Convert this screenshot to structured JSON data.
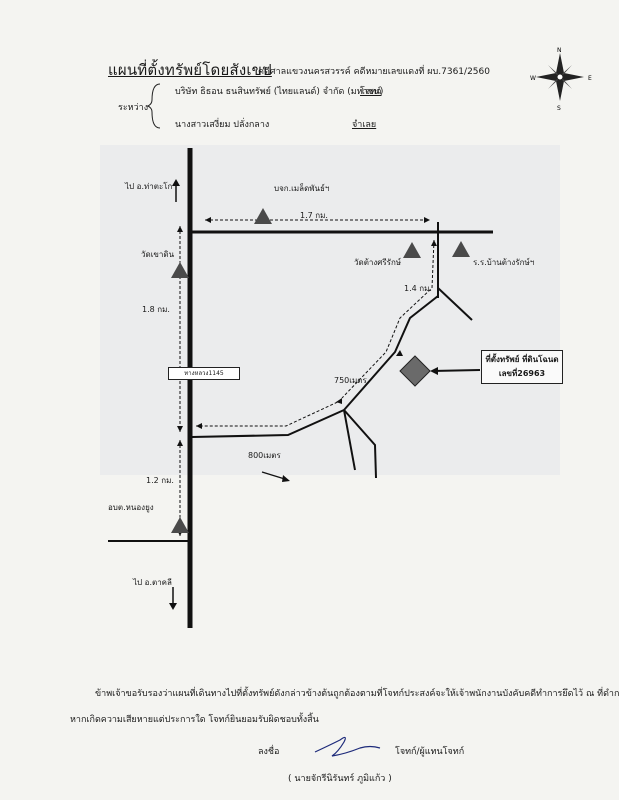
{
  "header": {
    "title": "แผนที่ตั้งทรัพย์โดยสังเขป",
    "court_case": "คดีศาลแขวงนครสวรรค์ คดีหมายเลขแดงที่ ผบ.7361/2560",
    "between_label": "ระหว่าง",
    "plaintiff": "บริษัท ธิธอน ธนสินทรัพย์ (ไทยแลนด์) จำกัด (มหาชน)",
    "plaintiff_role": "โจทก์",
    "defendant": "นางสาวเสงี่ยม ปลั่งกลาง",
    "defendant_role": "จำเลย"
  },
  "compass": {
    "n": "N",
    "s": "S",
    "e": "E",
    "w": "W"
  },
  "map": {
    "to_north": "ไป อ.ท่าตะโก",
    "to_south": "ไป อ.ตาคลี",
    "wat_khao_din": "วัดเขาดิน",
    "company": "บจก.เมล็ดพันธ์ฯ",
    "dist_1_7": "1.7 กม.",
    "wat_tong": "วัดต้างศรีรักษ์",
    "school": "ร.ร.บ้านต้างรักษ์ฯ",
    "dist_1_8": "1.8 กม.",
    "dist_1_4": "1.4 กม.",
    "highway": "ทางหลวง1145",
    "dist_750": "750เมตร",
    "dist_800": "800เมตร",
    "dist_1_2": "1.2 กม.",
    "obt": "อบต.หนองยูง",
    "parcel_line1": "ที่ตั้งทรัพย์ ที่ดินโฉนด",
    "parcel_line2": "เลขที่26963"
  },
  "footer": {
    "statement_line1": "ข้าพเจ้าขอรับรองว่าแผนที่เดินทางไปที่ตั้งทรัพย์ดังกล่าวข้างต้นถูกต้องตามที่โจทก์ประสงค์จะให้เจ้าพนักงานบังคับคดีทำการยึดไว้  ณ  ที่ดำการ",
    "statement_line2": "หากเกิดความเสียหายแต่ประการใด โจทก์ยินยอมรับผิดชอบทั้งสิ้น",
    "sign_label": "ลงชื่อ",
    "signer_role": "โจทก์/ผู้แทนโจทก์",
    "signer_name": "(  นายจักรีนิรันทร์  ภูมิแก้ว  )"
  }
}
